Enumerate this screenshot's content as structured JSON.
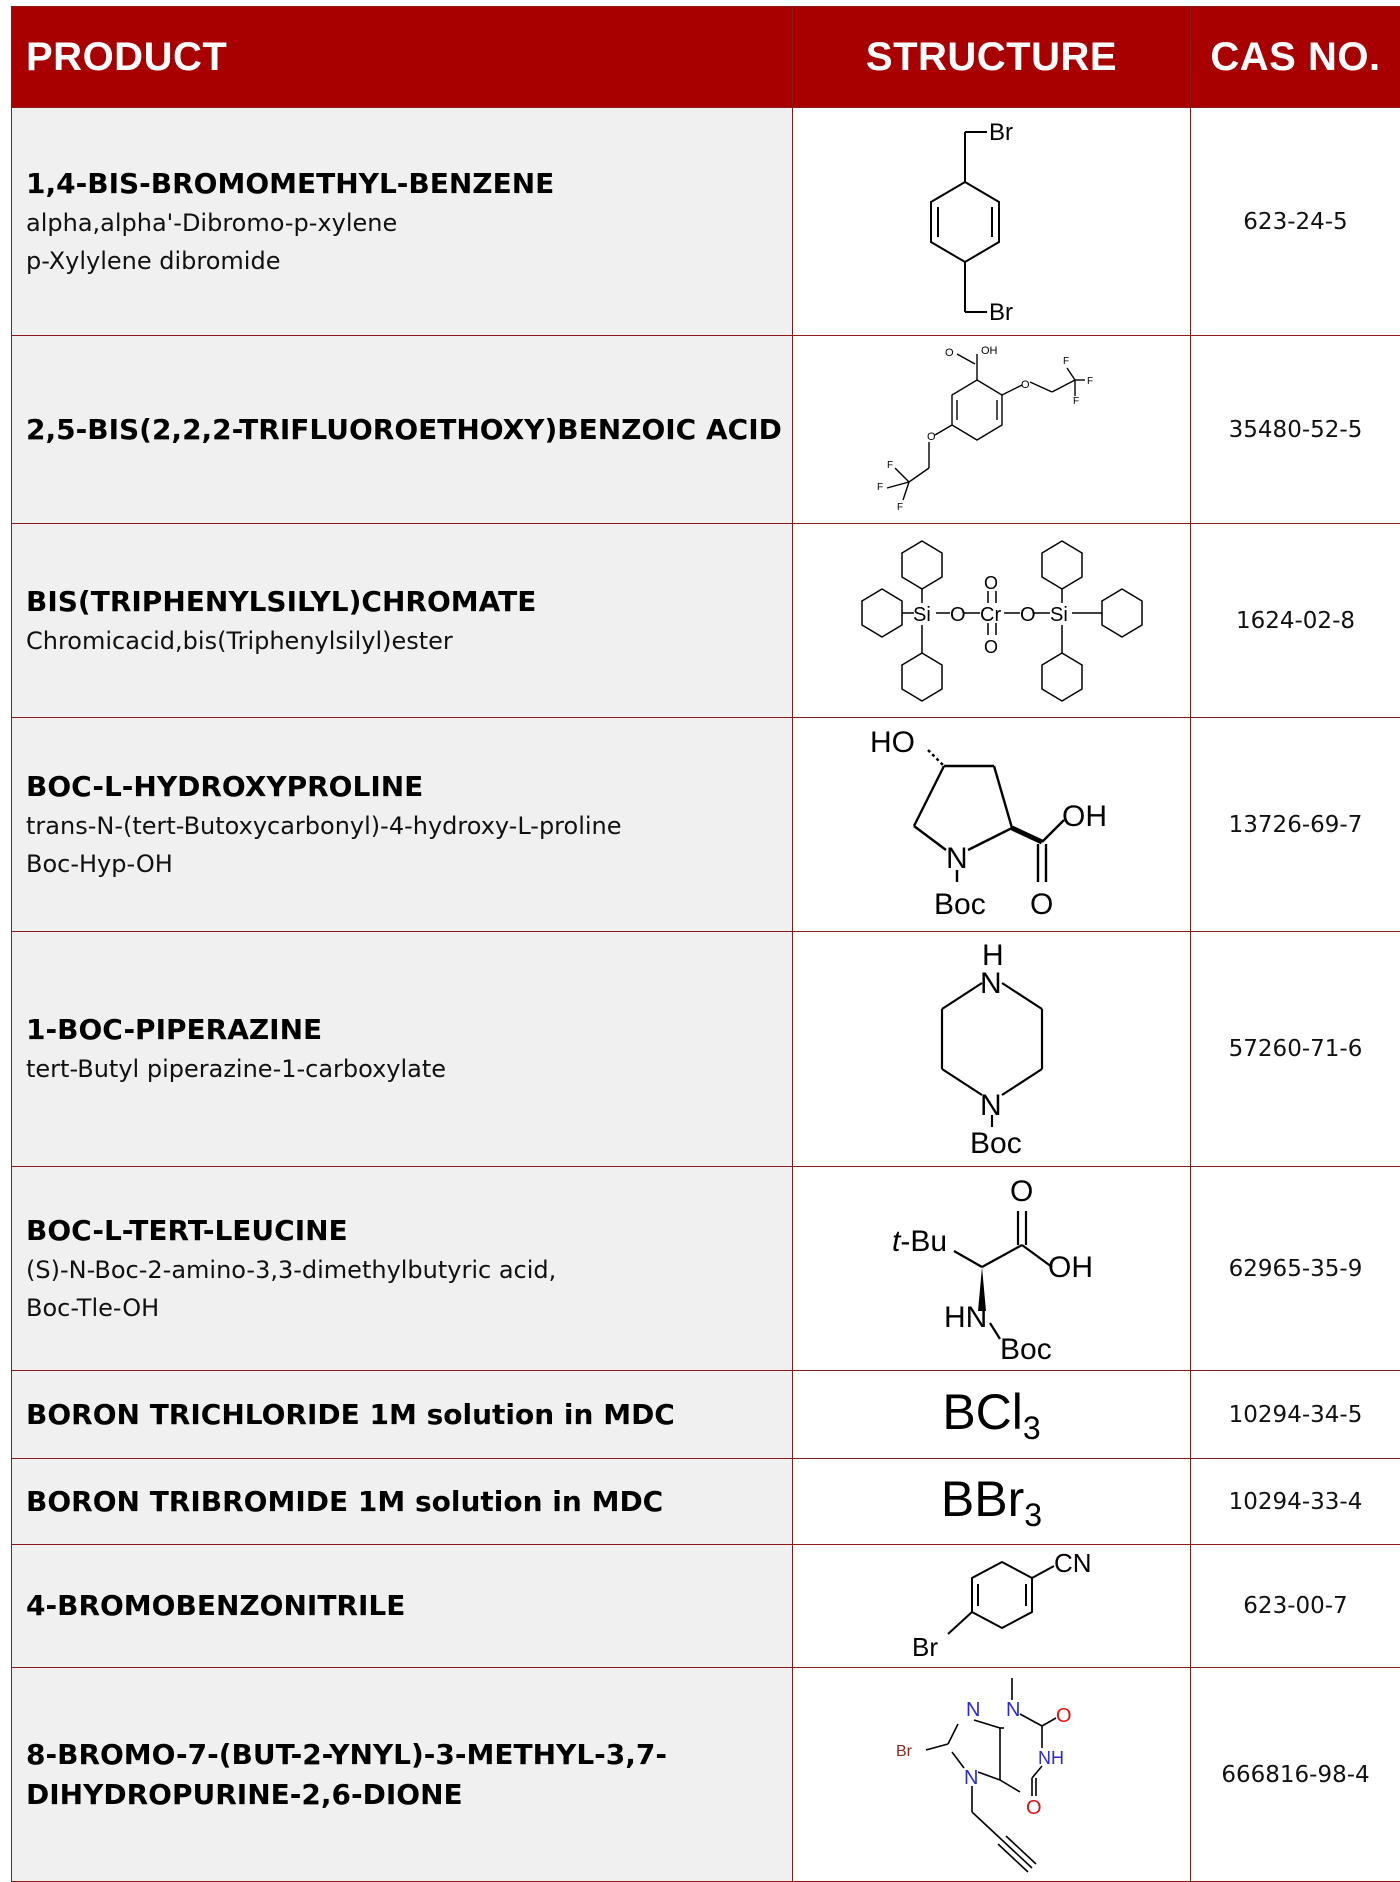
{
  "header": {
    "product": "PRODUCT",
    "structure": "STRUCTURE",
    "cas": "CAS NO."
  },
  "rows": [
    {
      "name": "1,4-BIS-BROMOMETHYL-BENZENE",
      "synonyms": [
        "alpha,alpha'-Dibromo-p-xylene",
        "p-Xylylene dibromide"
      ],
      "cas": "623-24-5",
      "labels": [
        "Br",
        "Br"
      ]
    },
    {
      "name": "2,5-BIS(2,2,2-TRIFLUOROETHOXY)BENZOIC ACID",
      "synonyms": [],
      "cas": "35480-52-5",
      "labels": [
        "O",
        "OH",
        "O",
        "O",
        "F",
        "F",
        "F",
        "F",
        "F",
        "F"
      ]
    },
    {
      "name": "BIS(TRIPHENYLSILYL)CHROMATE",
      "synonyms": [
        "Chromicacid,bis(Triphenylsilyl)ester"
      ],
      "cas": "1624-02-8",
      "labels": [
        "Si",
        "O",
        "Cr",
        "O",
        "Si",
        "O",
        "O"
      ]
    },
    {
      "name": "BOC-L-HYDROXYPROLINE",
      "synonyms": [
        "trans-N-(tert-Butoxycarbonyl)-4-hydroxy-L-proline",
        "Boc-Hyp-OH"
      ],
      "cas": "13726-69-7",
      "labels": [
        "HO",
        "OH",
        "N",
        "Boc",
        "O"
      ]
    },
    {
      "name": "1-BOC-PIPERAZINE",
      "synonyms": [
        "tert-Butyl piperazine-1-carboxylate"
      ],
      "cas": "57260-71-6",
      "labels": [
        "H",
        "N",
        "N",
        "Boc"
      ]
    },
    {
      "name": "BOC-L-TERT-LEUCINE",
      "synonyms": [
        "(S)-N-Boc-2-amino-3,3-dimethylbutyric acid,",
        "Boc-Tle-OH"
      ],
      "cas": "62965-35-9",
      "labels": [
        "t",
        "-Bu",
        "O",
        "OH",
        "HN",
        "Boc"
      ]
    },
    {
      "name": "BORON TRICHLORIDE 1M solution in MDC",
      "synonyms": [],
      "cas": "10294-34-5",
      "formula": {
        "main": "BCl",
        "sub": "3"
      }
    },
    {
      "name": "BORON TRIBROMIDE 1M solution in MDC",
      "synonyms": [],
      "cas": "10294-33-4",
      "formula": {
        "main": "BBr",
        "sub": "3"
      }
    },
    {
      "name": "4-BROMOBENZONITRILE",
      "synonyms": [],
      "cas": "623-00-7",
      "labels": [
        "CN",
        "Br"
      ]
    },
    {
      "name": "8-BROMO-7-(BUT-2-YNYL)-3-METHYL-3,7-DIHYDROPURINE-2,6-DIONE",
      "name_lines": [
        "8-BROMO-7-(BUT-2-YNYL)-3-METHYL-3,7-",
        "DIHYDROPURINE-2,6-DIONE"
      ],
      "synonyms": [],
      "cas": "666816-98-4",
      "labels": [
        "N",
        "N",
        "O",
        "Br",
        "NH",
        "N",
        "O"
      ]
    }
  ],
  "colors": {
    "header_bg": "#a80000",
    "border": "#8b1a1a",
    "product_bg": "#f0f0f0",
    "nitrogen": "#2b2bd0",
    "oxygen": "#e01010",
    "bromine": "#8a2a1a"
  }
}
